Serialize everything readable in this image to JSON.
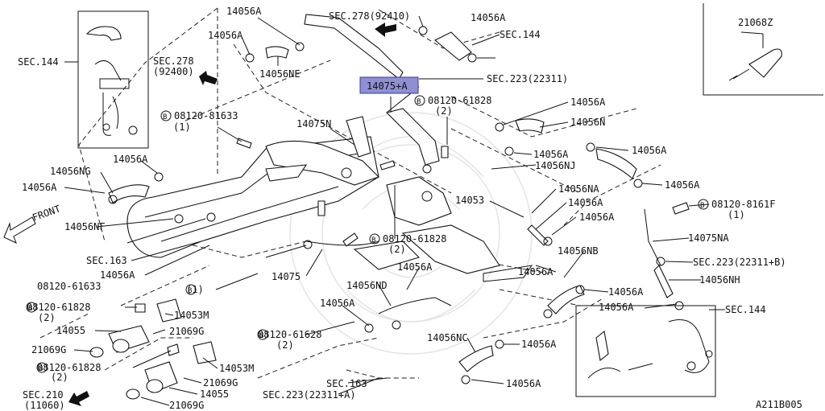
{
  "diagram_id": "A211B005",
  "inset_part": "21068Z",
  "callouts": {
    "c01": "SEC.278(92410)",
    "c02": "14056A",
    "c03": "14056A",
    "c04": "SEC.144",
    "c05": "14056A",
    "c06": "14056NE",
    "c07": "SEC.144",
    "c08": "SEC.278",
    "c09": "(92400)",
    "c10": "14075+A",
    "c11": "SEC.223(22311)",
    "c12": "08120-61828",
    "c13": "(2)",
    "c14": "14056A",
    "c15": "08120-81633",
    "c16": "(1)",
    "c17": "14075N",
    "c18": "14056N",
    "c19": "14056A",
    "c20": "14056A",
    "c21": "14056NJ",
    "c22": "14056A",
    "c23": "14056NG",
    "c24": "14056A",
    "c25": "14056A",
    "c26": "14053",
    "c27": "14056NA",
    "c28": "08120-8161F",
    "c29": "(1)",
    "c30": "FRONT",
    "c31": "14056A",
    "c32": "14056A",
    "c33": "14056NF",
    "c34": "14075NA",
    "c35": "08120-61828",
    "c36": "(2)",
    "c37": "SEC.163",
    "c38": "14056NB",
    "c39": "14056A",
    "c40": "14056A",
    "c41": "14075",
    "c42": "14056A",
    "c43": "SEC.223(22311+B)",
    "c44": "08120-61633",
    "c45": "(1)",
    "c46": "14056ND",
    "c47": "14056NH",
    "c48": "14056A",
    "c49": "08120-61828",
    "c50": "(2)",
    "c51": "14053M",
    "c52": "14056A",
    "c53": "14056A",
    "c54": "SEC.144",
    "c55": "14055",
    "c56": "21069G",
    "c57": "08120-61628",
    "c58": "(2)",
    "c59": "21069G",
    "c60": "14056NC",
    "c61": "14056A",
    "c62": "08120-61828",
    "c63": "14053M",
    "c64": "(2)",
    "c65": "21069G",
    "c66": "SEC.163",
    "c67": "14056A",
    "c68": "SEC.210",
    "c69": "(11060)",
    "c70": "14055",
    "c71": "SEC.223(22311+A)",
    "c72": "21069G"
  },
  "colors": {
    "line": "#111111",
    "highlight": "#8f8fd4",
    "watermark": "#e4e4e4"
  }
}
